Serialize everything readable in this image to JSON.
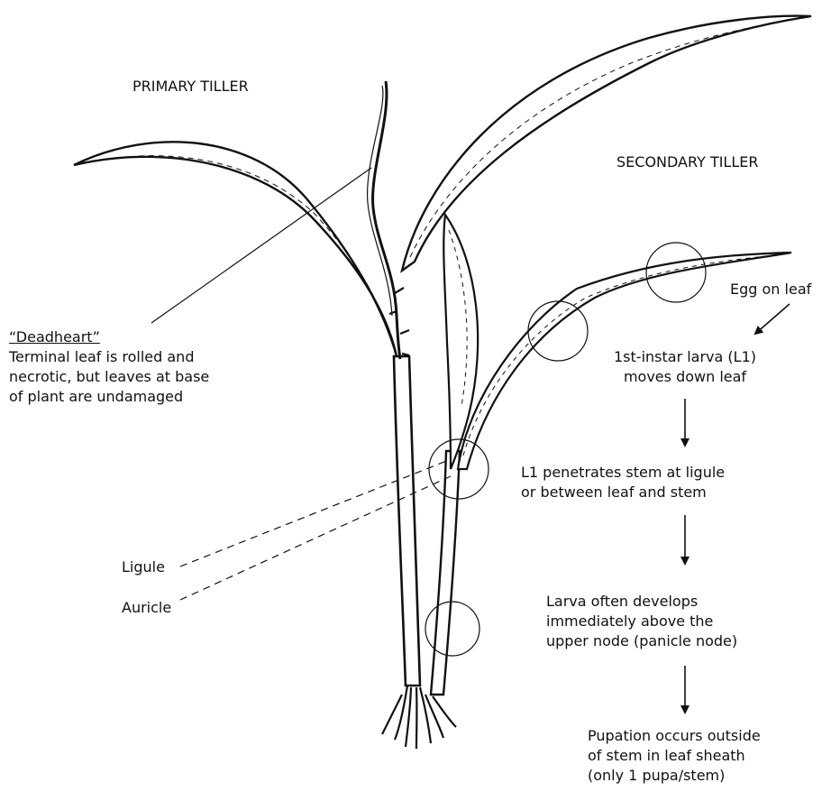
{
  "colors": {
    "ink": "#111111",
    "background": "#ffffff"
  },
  "labels": {
    "primary_tiller": "PRIMARY TILLER",
    "secondary_tiller": "SECONDARY TILLER",
    "deadheart_title": "“Deadheart”",
    "deadheart_desc": [
      "Terminal leaf is rolled and",
      "necrotic, but leaves at base",
      "of plant are undamaged"
    ],
    "ligule": "Ligule",
    "auricle": "Auricle"
  },
  "steps": {
    "egg": "Egg on leaf",
    "larva_l1": [
      "1st-instar larva (L1)",
      "moves down leaf"
    ],
    "penetrates": [
      "L1 penetrates stem at ligule",
      "or between leaf and stem"
    ],
    "develops": [
      "Larva often develops",
      "immediately above the",
      "upper node (panicle node)"
    ],
    "pupation": [
      "Pupation occurs outside",
      "of stem in leaf sheath",
      "(only 1 pupa/stem)"
    ]
  }
}
